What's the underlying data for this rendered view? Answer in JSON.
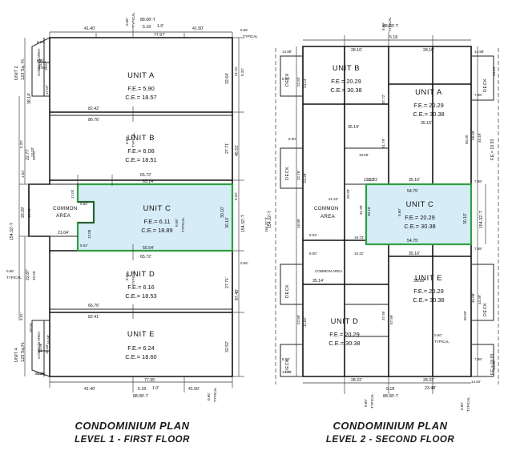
{
  "document": {
    "type": "architectural-condominium-plan",
    "sheet_note": "Two condominium floor plan drawings, Level 1 and Level 2"
  },
  "plans": [
    {
      "id": "level-1",
      "title_line1": "CONDOMINIUM PLAN",
      "title_line2": "LEVEL 1 - FIRST FLOOR",
      "units": [
        {
          "name": "UNIT A",
          "fe_label": "F.E.= 5.90",
          "ce_label": "C.E.= 18.57",
          "highlighted": false
        },
        {
          "name": "UNIT B",
          "fe_label": "F.E.= 6.08",
          "ce_label": "C.E.= 18.51",
          "highlighted": false
        },
        {
          "name": "UNIT C",
          "fe_label": "F.E.= 6.11",
          "ce_label": "C.E.= 18.89",
          "highlighted": true
        },
        {
          "name": "UNIT D",
          "fe_label": "F.E.= 6.16",
          "ce_label": "C.E.= 18.53",
          "highlighted": false
        },
        {
          "name": "UNIT E",
          "fe_label": "F.E.= 6.24",
          "ce_label": "C.E.= 18.60",
          "highlighted": false
        }
      ],
      "common_areas": [
        {
          "label_line1": "COMMON",
          "label_line2": "AREA"
        },
        {
          "label": "COMMON AREA"
        }
      ],
      "storage_units": [
        {
          "name": "UNIT 2",
          "area": "123 Sq. Ft."
        },
        {
          "name": "UNIT 4",
          "area": "123 Sq.Ft."
        }
      ],
      "dimensions": {
        "top": [
          "41.40'",
          "0.68'",
          "TYPICAL",
          "88.08'-T",
          "5.18",
          "1.0'",
          "77.97'",
          "41.50'",
          "0.66'",
          "TYPICAL",
          "8.21'"
        ],
        "bottom": [
          "41.40'",
          "5.18",
          "1.0'",
          "88.08'-T",
          "41.50'",
          "77.95'",
          "0.66'",
          "TYPICAL",
          "8.23'"
        ],
        "left": [
          "154.32'-T",
          "22.77'",
          "33.31'",
          "1.02'",
          "20.29'",
          "18.04'",
          "22.87'",
          "33.29'",
          "5.20'",
          "38.14'",
          "39.55'",
          "5.01'",
          "0.66'",
          "TYPICAL",
          "14.98'",
          "15.57'",
          "17.07'",
          "8.21'",
          "4.46'",
          "13.33'",
          "16.98'",
          "21.04'",
          "8.28'",
          "14.96'",
          "15.33'"
        ],
        "right": [
          "32.64'",
          "21.31'",
          "0.33'",
          "27.71'",
          "45.53'",
          "30.10'",
          "154.32'-T",
          "27.71'",
          "87.48'",
          "32.52'",
          "0.66'"
        ],
        "interior": [
          "82.42'",
          "86.76'",
          "65.72'",
          "65.14'",
          "55.54'",
          "66.76'",
          "82.41'",
          "0.68'",
          "TYPICAL"
        ],
        "unit_c": [
          "65.72'",
          "65.14'",
          "55.54'",
          "30.10'",
          "17.02",
          "13.08",
          "9.60'",
          "9.02'",
          "0.33'",
          "0.58'",
          "TYPICAL"
        ]
      }
    },
    {
      "id": "level-2",
      "title_line1": "CONDOMINIUM PLAN",
      "title_line2": "LEVEL 2 - SECOND FLOOR",
      "units": [
        {
          "name": "UNIT A",
          "fe_label": "F.E.= 20.29",
          "ce_label": "C.E.= 30.38",
          "highlighted": false
        },
        {
          "name": "UNIT B",
          "fe_label": "F.E.= 20.29",
          "ce_label": "C.E.= 30.38",
          "highlighted": false
        },
        {
          "name": "UNIT C",
          "fe_label": "F.E.= 20.29",
          "ce_label": "C.E.= 30.38",
          "highlighted": true
        },
        {
          "name": "UNIT D",
          "fe_label": "F.E.= 20.29",
          "ce_label": "C.E.= 30.38",
          "highlighted": false
        },
        {
          "name": "UNIT E",
          "fe_label": "F.E.= 20.29",
          "ce_label": "C.E.= 30.38",
          "highlighted": false
        }
      ],
      "common_areas": [
        {
          "label_line1": "COMMON",
          "label_line2": "AREA"
        },
        {
          "label": "COMMON AREA"
        }
      ],
      "decks": [
        {
          "label": "DECK"
        },
        {
          "label": "DECK"
        },
        {
          "label": "DECK"
        },
        {
          "label": "DECK"
        },
        {
          "label": "DECK"
        },
        {
          "label": "DECK"
        }
      ],
      "deck_elevations": [
        "F.E.= 19.93",
        "F.E.= 19.93"
      ],
      "dimensions": {
        "top": [
          "14.98'",
          "28.16'",
          "0.60'",
          "TYPICAL",
          "88.08'-T",
          "5.18",
          "28.16'",
          "14.98'",
          "14.21'",
          "8.00'",
          "7.98'"
        ],
        "bottom": [
          "14.98'",
          "28.22'",
          "5.18",
          "0.60'",
          "TYPICAL",
          "88.08'-T",
          "28.22'",
          "23.48'",
          "14.52'",
          "14.63'",
          "8.00'",
          "7.98'",
          "0.60'",
          "TYPICAL"
        ],
        "left": [
          "154.32'-T",
          "14.98'",
          "8.00'",
          "22.92'",
          "24.14'",
          "65.65'",
          "5.30'",
          "8.30'",
          "8.00'",
          "1.6'",
          "22.76'",
          "23.28'",
          "21.22'",
          "18.11'",
          "16.00'",
          "8.00'",
          "22.86'",
          "11.04'",
          "35.14'",
          "20.20'",
          "19.73'",
          "10.41'",
          "8.03'",
          "164.32'-T",
          "0.60'",
          "TYPICAL"
        ],
        "right": [
          "14.98'",
          "7.98'",
          "48.09'",
          "45.49'",
          "60.35'",
          "154.32'-T",
          "30.10'",
          "7.98'",
          "45.08'",
          "43.39'",
          "60.82'",
          "14.63'",
          "0.60'"
        ],
        "interior": [
          "35.14'",
          "35.16'",
          "37.72'",
          "51.79'",
          "19.60'",
          "11.51'",
          "35.16'",
          "54.75'",
          "37.95'",
          "57.99'",
          "35.16'",
          "35.18'",
          "35.14'",
          "0.60'",
          "TYPICAL"
        ],
        "unit_c": [
          "11.51'",
          "35.16'",
          "54.75'",
          "54.75'",
          "35.16'",
          "31.30'",
          "30.10'",
          "7.98'",
          "0.60'",
          "TYPICAL",
          "154.32'-T"
        ]
      }
    }
  ],
  "legend": {
    "fe_meaning": "F.E.",
    "ce_meaning": "C.E.",
    "typical_note": "TYPICAL"
  },
  "colors": {
    "highlight_fill": "#d6ecf7",
    "highlight_stroke": "#2e9e43",
    "line": "#111111",
    "background": "#ffffff"
  }
}
